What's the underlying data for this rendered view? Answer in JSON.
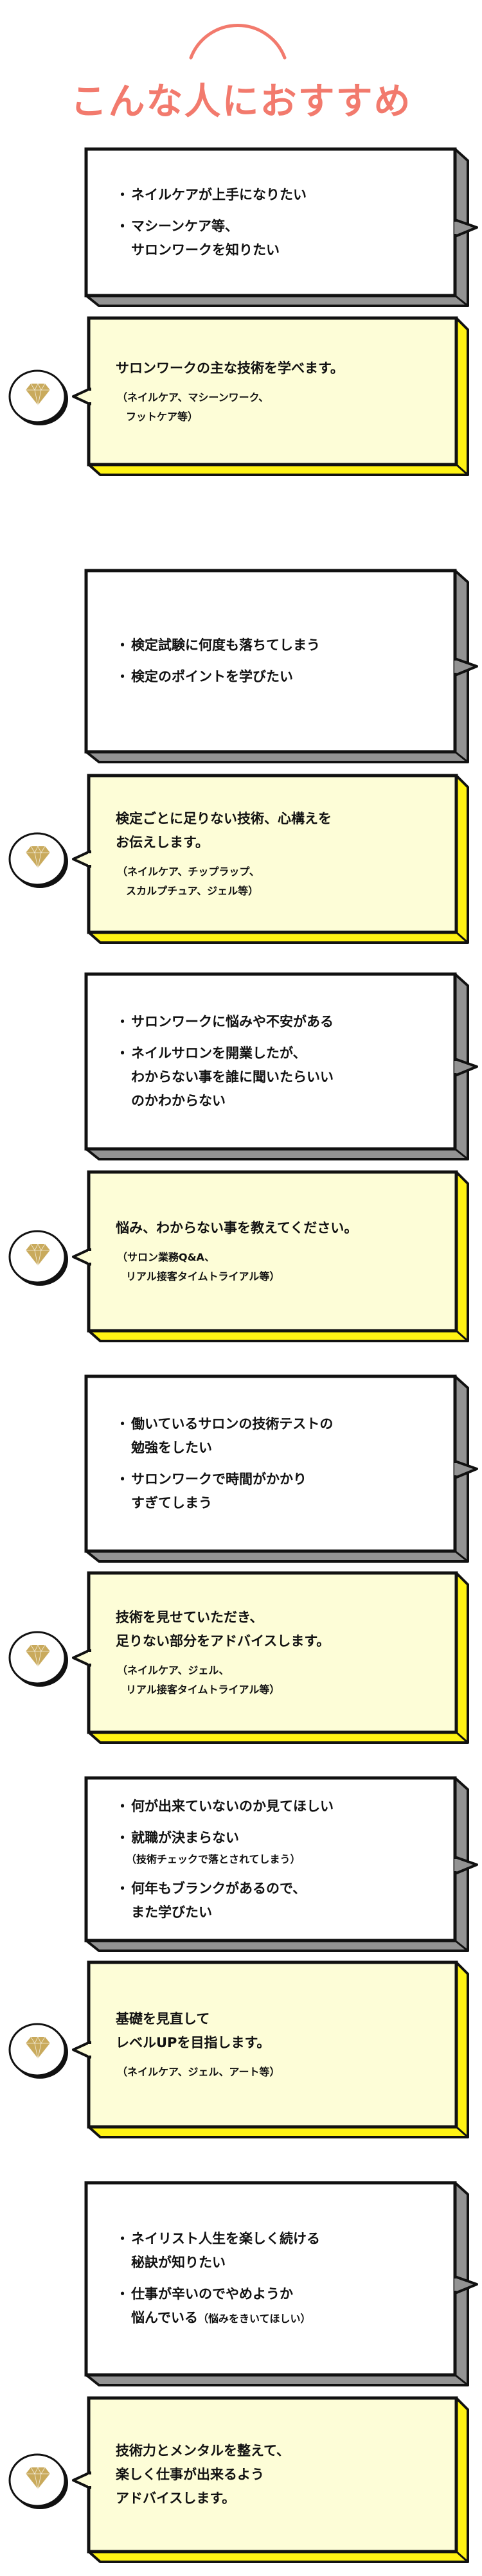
{
  "title": "こんな人におすすめ",
  "colors": {
    "title": "#F27A6D",
    "question_face": "#FFFFFF",
    "question_side": "#939393",
    "answer_face": "#FDFDD7",
    "answer_side": "#FFF314",
    "diamond": "#C9AA5C",
    "outline": "#111111"
  },
  "blocks": [
    {
      "question_items": [
        {
          "lines": [
            "ネイルケアが上手になりたい"
          ]
        },
        {
          "lines": [
            "マシーンケア等、",
            "サロンワークを知りたい"
          ]
        }
      ],
      "answer": {
        "lines": [
          "サロンワークの主な技術を学べます。"
        ],
        "notes": [
          "（ネイルケア、マシーンワーク、",
          "フットケア等）"
        ]
      }
    },
    {
      "question_items": [
        {
          "lines": [
            "検定試験に何度も落ちてしまう"
          ]
        },
        {
          "lines": [
            "検定のポイントを学びたい"
          ]
        }
      ],
      "answer": {
        "lines": [
          "検定ごとに足りない技術、心構えを",
          "お伝えします。"
        ],
        "notes": [
          "（ネイルケア、チップラップ、",
          "スカルプチュア、ジェル等）"
        ]
      }
    },
    {
      "question_items": [
        {
          "lines": [
            "サロンワークに悩みや不安がある"
          ]
        },
        {
          "lines": [
            "ネイルサロンを開業したが、",
            "わからない事を誰に聞いたらいい",
            "のかわからない"
          ]
        }
      ],
      "answer": {
        "lines": [
          "悩み、わからない事を教えてください。"
        ],
        "notes": [
          "（サロン業務Q&A、",
          "リアル接客タイムトライアル等）"
        ]
      }
    },
    {
      "question_items": [
        {
          "lines": [
            "働いているサロンの技術テストの",
            "勉強をしたい"
          ]
        },
        {
          "lines": [
            "サロンワークで時間がかかり",
            "すぎてしまう"
          ]
        }
      ],
      "answer": {
        "lines": [
          "技術を見せていただき、",
          "足りない部分をアドバイスします。"
        ],
        "notes": [
          "（ネイルケア、ジェル、",
          "リアル接客タイムトライアル等）"
        ]
      }
    },
    {
      "question_items": [
        {
          "lines": [
            "何が出来ていないのか見てほしい"
          ]
        },
        {
          "lines": [
            "就職が決まらない"
          ],
          "note": "（技術チェックで落とされてしまう）"
        },
        {
          "lines": [
            "何年もブランクがあるので、",
            "また学びたい"
          ]
        }
      ],
      "answer": {
        "lines": [
          "基礎を見直して",
          "レベルUPを目指します。"
        ],
        "notes": [
          "（ネイルケア、ジェル、アート等）"
        ]
      }
    },
    {
      "question_items": [
        {
          "lines": [
            "ネイリスト人生を楽しく続ける",
            "秘訣が知りたい"
          ]
        },
        {
          "lines": [
            "仕事が辛いのでやめようか",
            "悩んでいる"
          ],
          "inline_note": "（悩みをきいてほしい）"
        }
      ],
      "answer": {
        "lines": [
          "技術力とメンタルを整えて、",
          "楽しく仕事が出来るよう",
          "アドバイスします。"
        ],
        "notes": []
      }
    }
  ]
}
